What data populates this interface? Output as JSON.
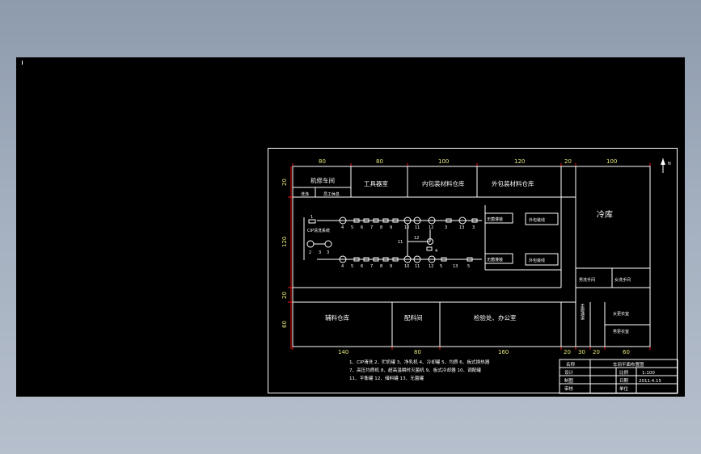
{
  "north": "N",
  "rooms": {
    "repair": "机修车间",
    "tools": "工具器室",
    "inner_store": "内包装材料仓库",
    "outer_store": "外包装材料仓库",
    "cold": "冷库",
    "wash": "洗涤",
    "hall": "员工休息",
    "cip": "CIP清洗系统",
    "strip1": "无菌灌装",
    "strip2": "无菌灌装",
    "pack1": "外包装线",
    "pack2": "外包装线",
    "men_wash": "男洗手间",
    "women_wash": "女洗手间",
    "raw_store": "辅料仓库",
    "mixing": "配料间",
    "office": "检验处、办公室",
    "women_change": "女更衣室",
    "men_change": "男更衣室",
    "corridor": "走廊通道"
  },
  "top_dims": [
    "80",
    "80",
    "100",
    "120",
    "20",
    "100"
  ],
  "bottom_dims": [
    "140",
    "80",
    "160",
    "20",
    "30",
    "20",
    "60"
  ],
  "left_dims": [
    "20",
    "120",
    "20",
    "60"
  ],
  "line_numbers": {
    "upper": [
      "4",
      "5",
      "6",
      "7",
      "8",
      "9",
      "10",
      "11",
      "12",
      "3",
      "13",
      "3"
    ],
    "lower": [
      "4",
      "5",
      "6",
      "7",
      "8",
      "9",
      "10",
      "11",
      "12",
      "5",
      "13",
      "5"
    ],
    "cip": [
      "2",
      "3",
      "3"
    ],
    "middle": [
      "11",
      "12",
      "4"
    ],
    "cip_left": "1"
  },
  "legend": [
    "1、CIP清洗  2、贮奶罐  3、净乳机  4、冷却罐  5、均质  6、板式换热器",
    "7、高压均质机  8、超高温瞬时灭菌机  9、板式冷却器  10、调配罐",
    "11、平衡罐  12、储料罐  13、无菌罐"
  ],
  "title_block": {
    "label_name": "名称",
    "drawing_title": "车间平面布置图",
    "label_designer": "设计",
    "label_scale": "比例",
    "scale": "1:100",
    "label_drawn": "制图",
    "label_date": "日期",
    "date": "2011.4.15",
    "label_check": "审核",
    "label_unit": "单位"
  }
}
